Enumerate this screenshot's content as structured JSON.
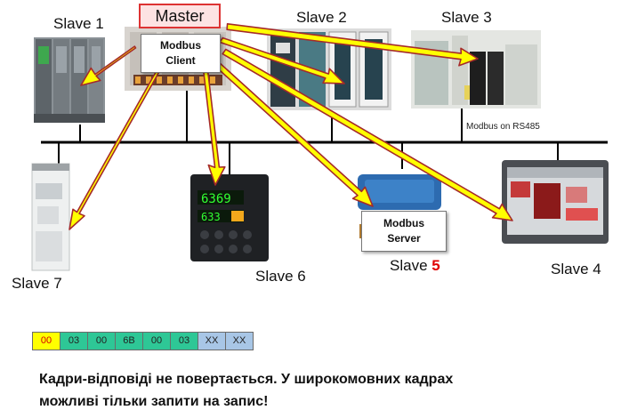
{
  "labels": {
    "slave1": "Slave 1",
    "slave2": "Slave 2",
    "slave3": "Slave 3",
    "slave4": "Slave 4",
    "slave5_prefix": "Slave",
    "slave5_number": "5",
    "slave6": "Slave 6",
    "slave7": "Slave 7",
    "master": "Master",
    "client_line1": "Modbus",
    "client_line2": "Client",
    "server_line1": "Modbus",
    "server_line2": "Server",
    "bus": "Modbus on RS485"
  },
  "frame_bytes": [
    {
      "value": "00",
      "color": "#ffff00",
      "text_color": "#d40000"
    },
    {
      "value": "03",
      "color": "#2ec796",
      "text_color": "#222222"
    },
    {
      "value": "00",
      "color": "#2ec796",
      "text_color": "#222222"
    },
    {
      "value": "6B",
      "color": "#2ec796",
      "text_color": "#222222"
    },
    {
      "value": "00",
      "color": "#2ec796",
      "text_color": "#222222"
    },
    {
      "value": "03",
      "color": "#2ec796",
      "text_color": "#222222"
    },
    {
      "value": "XX",
      "color": "#a8c6e6",
      "text_color": "#222222"
    },
    {
      "value": "XX",
      "color": "#a8c6e6",
      "text_color": "#222222"
    }
  ],
  "footer": {
    "line1": "Кадри-відповіді не повертається. У широкомовних кадрах",
    "line2": "можливі тільки запити на запис!"
  },
  "colors": {
    "arrow_fill": "#ffff00",
    "arrow_stroke": "#a52a2a",
    "bus_line": "#000000",
    "master_border": "#dd3333",
    "slave5_number": "#e00000"
  }
}
